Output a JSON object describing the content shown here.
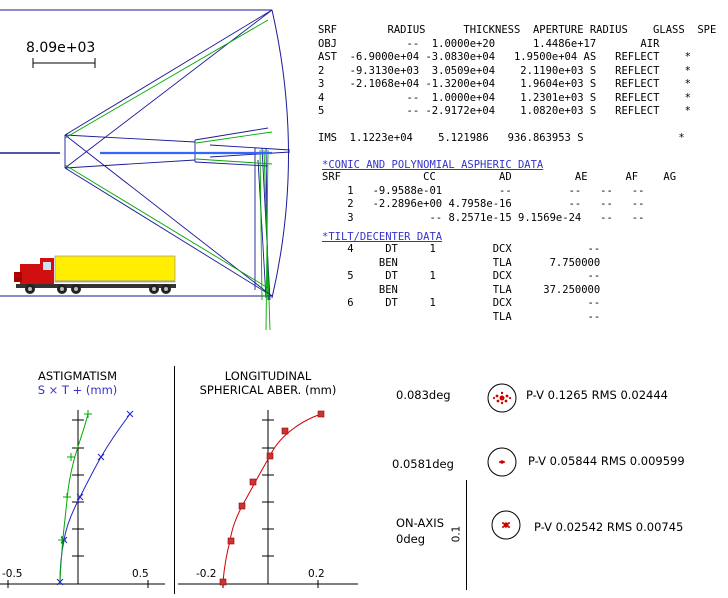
{
  "layout": {
    "scale_label": "8.09e+03"
  },
  "surface_table": {
    "headers": [
      "SRF",
      "RADIUS",
      "THICKNESS",
      "APERTURE RADIUS",
      "GLASS",
      "SPE"
    ],
    "rows": [
      {
        "srf": "OBJ",
        "radius": "--",
        "thickness": "1.0000e+20",
        "aperture": "1.4486e+17",
        "glass": "AIR",
        "spe": ""
      },
      {
        "srf": "AST",
        "radius": "-6.9000e+04",
        "thickness": "-3.0830e+04",
        "aperture": "1.9500e+04 AS",
        "glass": "REFLECT",
        "spe": "*"
      },
      {
        "srf": "2",
        "radius": "-9.3130e+03",
        "thickness": "3.0509e+04",
        "aperture": "2.1190e+03 S",
        "glass": "REFLECT",
        "spe": "*"
      },
      {
        "srf": "3",
        "radius": "-2.1068e+04",
        "thickness": "-1.3200e+04",
        "aperture": "1.9604e+03 S",
        "glass": "REFLECT",
        "spe": "*"
      },
      {
        "srf": "4",
        "radius": "--",
        "thickness": "1.0000e+04",
        "aperture": "1.2301e+03 S",
        "glass": "REFLECT",
        "spe": "*"
      },
      {
        "srf": "5",
        "radius": "--",
        "thickness": "-2.9172e+04",
        "aperture": "1.0820e+03 S",
        "glass": "REFLECT",
        "spe": "*"
      }
    ],
    "ims": {
      "srf": "IMS",
      "radius": "1.1223e+04",
      "thickness": "5.121986",
      "aperture": "936.863953 S",
      "spe": "*"
    }
  },
  "aspheric": {
    "title": "*CONIC AND POLYNOMIAL ASPHERIC DATA",
    "headers": [
      "SRF",
      "CC",
      "AD",
      "AE",
      "AF",
      "AG"
    ],
    "rows": [
      {
        "srf": "1",
        "cc": "-9.9588e-01",
        "ad": "--",
        "ae": "--",
        "af": "--",
        "ag": "--"
      },
      {
        "srf": "2",
        "cc": "-2.2896e+00",
        "ad": "4.7958e-16",
        "ae": "--",
        "af": "--",
        "ag": "--"
      },
      {
        "srf": "3",
        "cc": "--",
        "ad": "8.2571e-15",
        "ae": "9.1569e-24",
        "af": "--",
        "ag": "--"
      }
    ]
  },
  "tilt": {
    "title": "*TILT/DECENTER DATA",
    "rows": [
      {
        "srf": "4",
        "type": "DT",
        "num": "1",
        "key": "DCX",
        "val": "--"
      },
      {
        "srf": "",
        "type": "BEN",
        "num": "",
        "key": "TLA",
        "val": "7.750000"
      },
      {
        "srf": "5",
        "type": "DT",
        "num": "1",
        "key": "DCX",
        "val": "--"
      },
      {
        "srf": "",
        "type": "BEN",
        "num": "",
        "key": "TLA",
        "val": "37.250000"
      },
      {
        "srf": "6",
        "type": "DT",
        "num": "1",
        "key": "DCX",
        "val": "--"
      },
      {
        "srf": "",
        "type": "",
        "num": "",
        "key": "TLA",
        "val": "--"
      }
    ]
  },
  "astigmatism": {
    "title": "ASTIGMATISM",
    "legend": "S × T + (mm)",
    "x_min_label": "-0.5",
    "x_max_label": "0.5"
  },
  "spherical": {
    "title_line1": "LONGITUDINAL",
    "title_line2": "SPHERICAL ABER. (mm)",
    "x_min_label": "-0.2",
    "x_max_label": "0.2"
  },
  "spots": [
    {
      "field": "0.083deg",
      "pv": "P-V 0.1265",
      "rms": "RMS 0.02444"
    },
    {
      "field": "0.0581deg",
      "pv": "P-V 0.05844",
      "rms": "RMS 0.009599"
    },
    {
      "field": "ON-AXIS",
      "field2": "0deg",
      "pv": "P-V 0.02542",
      "rms": "RMS 0.00745"
    }
  ],
  "spot_scale_label": "0.1",
  "colors": {
    "ray_blue": "#1a1a99",
    "ray_green": "#00aa00",
    "ray_light": "#3366ff",
    "aber_red": "#cc0000",
    "text_blue": "#3333cc"
  }
}
